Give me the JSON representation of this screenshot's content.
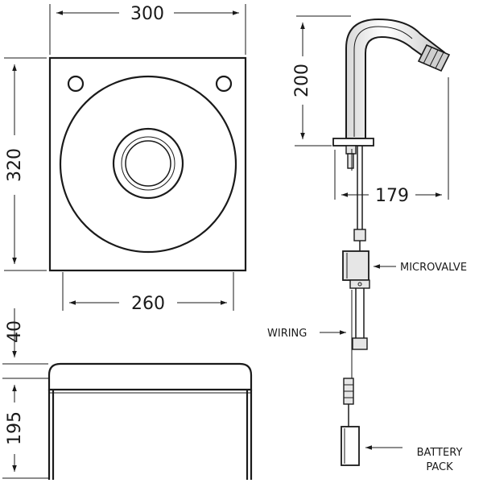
{
  "dimensions": {
    "top_width": "300",
    "height": "320",
    "inner_width": "260",
    "rim_height": "40",
    "body_height": "195",
    "spout_height": "200",
    "spout_reach": "179"
  },
  "labels": {
    "microvalve": "MICROVALVE",
    "wiring": "WIRING",
    "battery_line1": "BATTERY",
    "battery_line2": "PACK"
  },
  "colors": {
    "line": "#1a1a1a",
    "background": "#ffffff"
  }
}
